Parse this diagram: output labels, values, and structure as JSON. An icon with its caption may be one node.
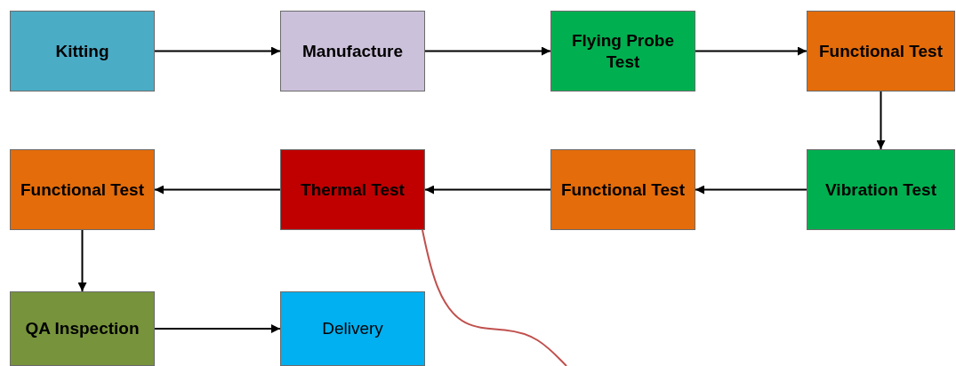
{
  "diagram": {
    "nodes": [
      {
        "text": [
          "Kitting"
        ]
      },
      {
        "text": [
          "Manufacture"
        ]
      },
      {
        "text": [
          "Flying Probe Test"
        ]
      },
      {
        "text": [
          "Functional Test"
        ]
      },
      {
        "text": [
          "Functional Test"
        ]
      },
      {
        "text": [
          "Thermal Test"
        ]
      },
      {
        "text": [
          "Functional Test"
        ]
      },
      {
        "text": [
          "Vibration Test"
        ]
      },
      {
        "text": [
          "QA Inspection"
        ]
      },
      {
        "text": [
          "Delivery"
        ]
      }
    ],
    "edges": [
      {
        "from": 0,
        "to": 1,
        "arrow": "to"
      },
      {
        "from": 1,
        "to": 2,
        "arrow": "to"
      },
      {
        "from": 2,
        "to": 3,
        "arrow": "to"
      },
      {
        "from": 3,
        "to": 7,
        "arrow": "to"
      },
      {
        "from": 7,
        "to": 6,
        "arrow": "to"
      },
      {
        "from": 6,
        "to": 5,
        "arrow": "to"
      },
      {
        "from": 5,
        "to": 4,
        "arrow": "to"
      },
      {
        "from": 4,
        "to": 8,
        "arrow": "to"
      },
      {
        "from": 8,
        "to": 9,
        "arrow": "to"
      },
      {
        "from": 5,
        "to": null,
        "arrow": "none",
        "color": "#c0504d"
      }
    ]
  }
}
